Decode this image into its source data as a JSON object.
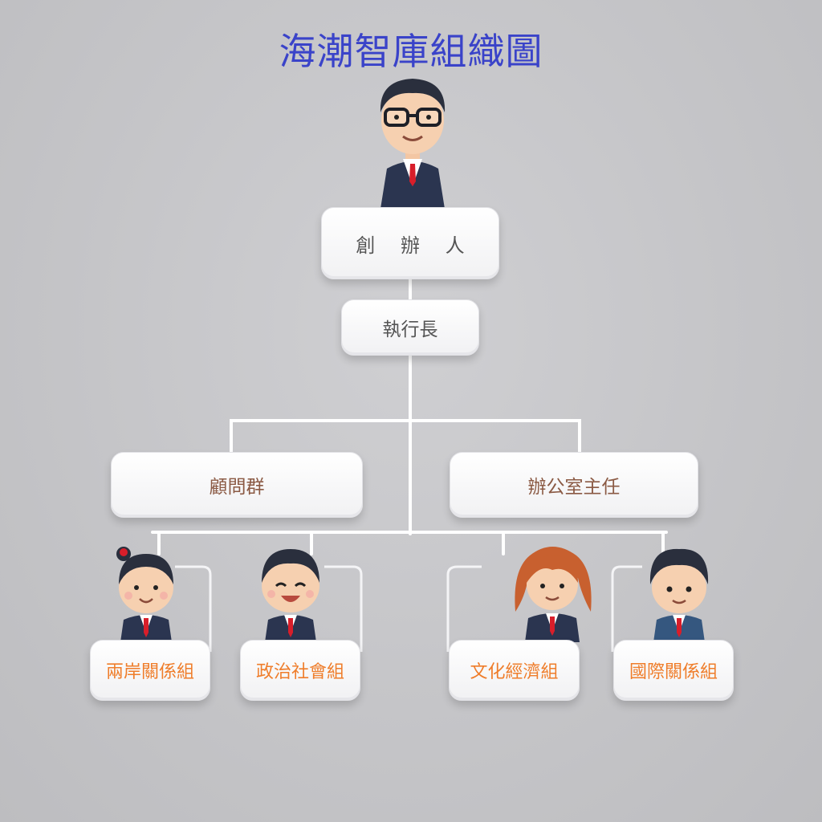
{
  "title": "海潮智庫組織圖",
  "nodes": {
    "founder": "創 辦 人",
    "ceo": "執行長",
    "advisors": "顧問群",
    "office_director": "辦公室主任"
  },
  "groups": [
    "兩岸關係組",
    "政治社會組",
    "文化經濟組",
    "國際關係組"
  ],
  "colors": {
    "title": "#3a43c9",
    "group_text": "#ef7d2a",
    "mid_text": "#8b5a44",
    "top_text": "#555555",
    "connector": "#ffffff",
    "suit": "#2b3550",
    "tie": "#d81e2a"
  }
}
